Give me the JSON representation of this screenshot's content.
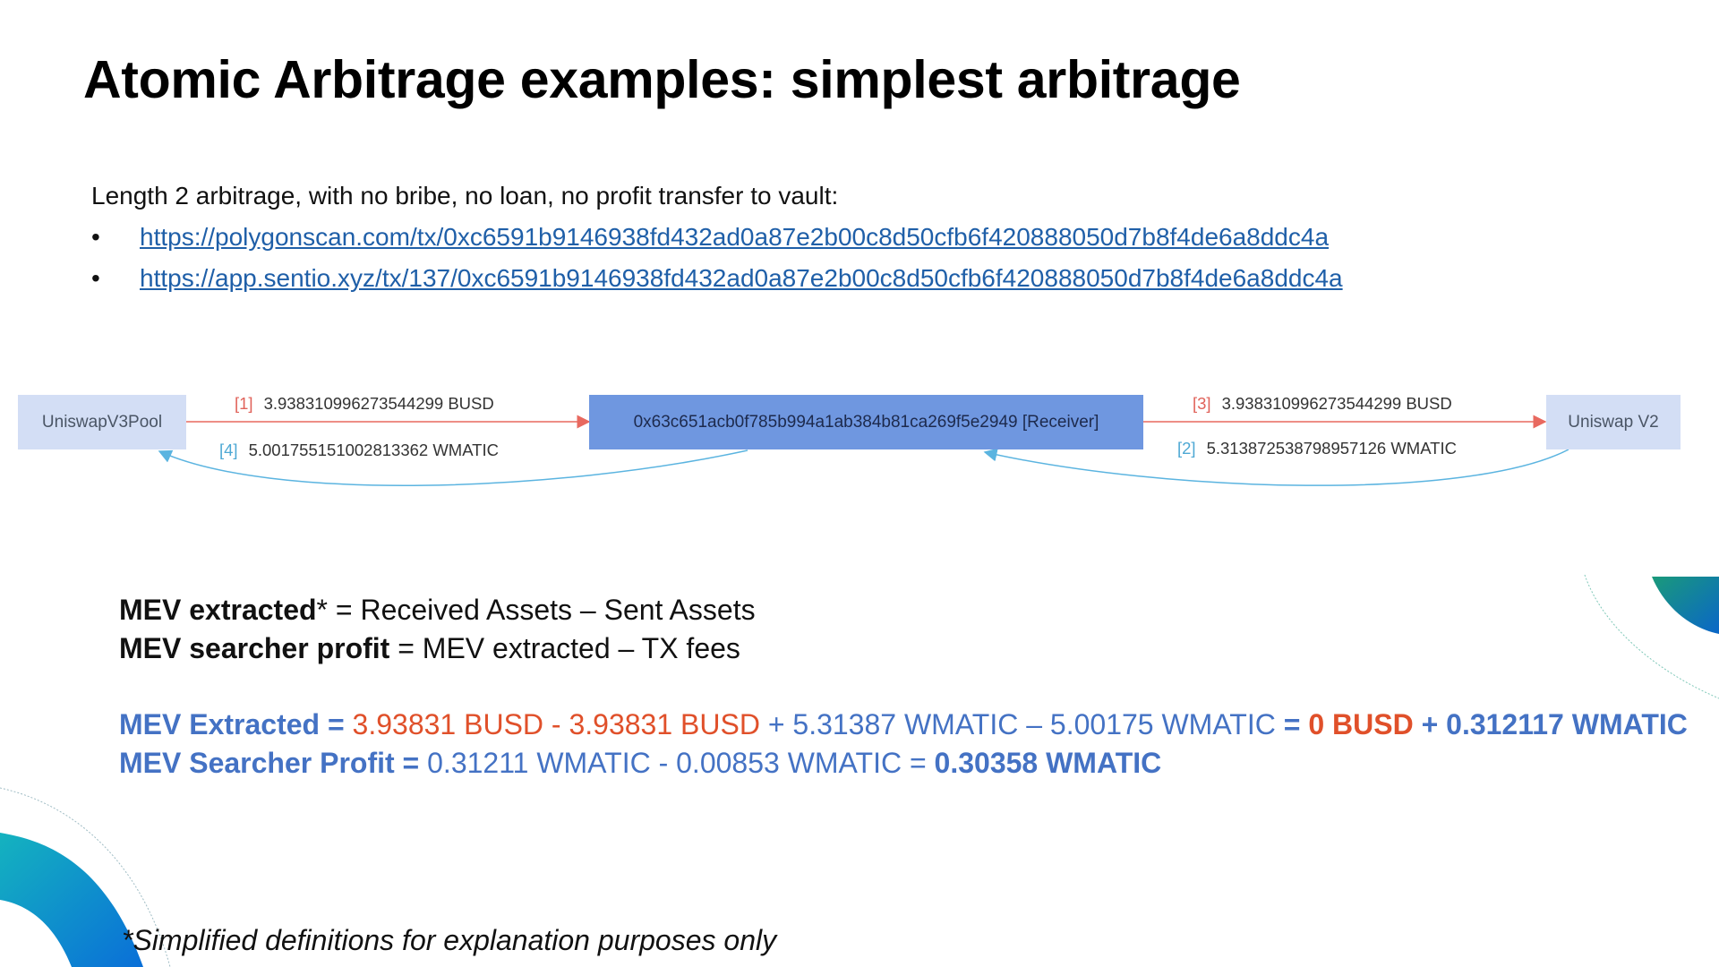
{
  "slide": {
    "title": "Atomic Arbitrage examples: simplest arbitrage",
    "intro": "Length 2 arbitrage, with no bribe, no loan, no profit transfer to vault:",
    "bullet_char": "•",
    "links": [
      "https://polygonscan.com/tx/0xc6591b9146938fd432ad0a87e2b00c8d50cfb6f420888050d7b8f4de6a8ddc4a",
      "https://app.sentio.xyz/tx/137/0xc6591b9146938fd432ad0a87e2b00c8d50cfb6f420888050d7b8f4de6a8ddc4a"
    ]
  },
  "diagram": {
    "nodes": {
      "left": "UniswapV3Pool",
      "center": "0x63c651acb0f785b994a1ab384b81ca269f5e2949 [Receiver]",
      "right": "Uniswap V2"
    },
    "edges": [
      {
        "index": "[1]",
        "label": "3.938310996273544299 BUSD"
      },
      {
        "index": "[4]",
        "label": "5.001755151002813362 WMATIC"
      },
      {
        "index": "[3]",
        "label": "3.938310996273544299 BUSD"
      },
      {
        "index": "[2]",
        "label": "5.313872538798957126 WMATIC"
      }
    ]
  },
  "definitions": {
    "line1_term": "MEV extracted",
    "line1_rest": "* = Received Assets – Sent Assets",
    "line2_term": "MEV searcher profit",
    "line2_rest": " = MEV extracted – TX fees"
  },
  "calculation": {
    "l1_label": "MEV Extracted = ",
    "l1_busd_a": "3.93831 BUSD - 3.93831 BUSD",
    "l1_mid": " + 5.31387 WMATIC – 5.00175 WMATIC ",
    "l1_eq": "= ",
    "l1_res_busd": "0 BUSD",
    "l1_res_wmatic": " + 0.312117 WMATIC",
    "l2_label": "MEV Searcher Profit = ",
    "l2_mid": "0.31211 WMATIC - 0.00853 WMATIC = ",
    "l2_result": "0.30358 WMATIC"
  },
  "footnote": "*Simplified definitions for explanation purposes only",
  "colors": {
    "accent_blue": "#4472c4",
    "accent_red": "#e0502a",
    "link": "#1f5fa8",
    "decor_teal": "#0aa8b8",
    "decor_blue": "#0a7fd6"
  }
}
